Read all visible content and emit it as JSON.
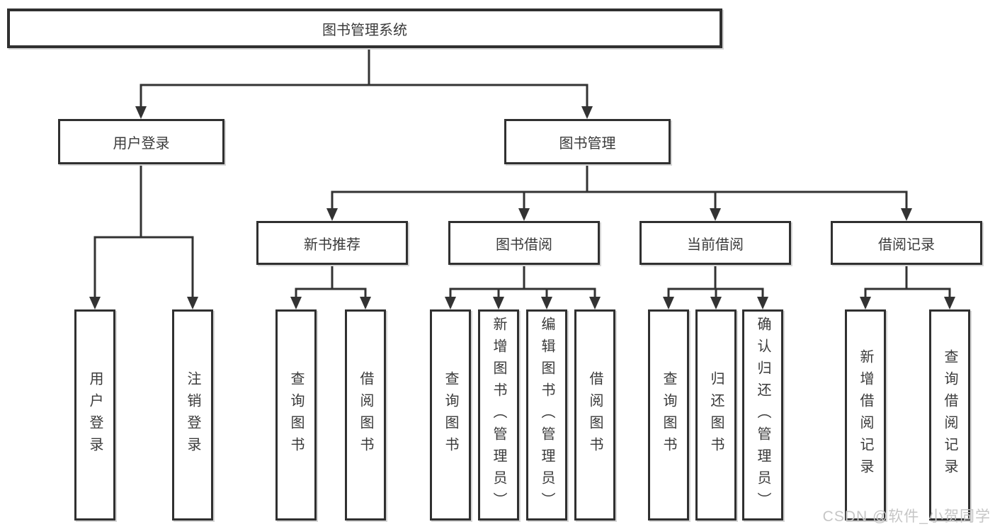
{
  "tree": {
    "root": {
      "label": "图书管理系统",
      "children": [
        {
          "label": "用户登录",
          "children": [
            {
              "label": "用户登录"
            },
            {
              "label": "注销登录"
            }
          ]
        },
        {
          "label": "图书管理",
          "children": [
            {
              "label": "新书推荐",
              "children": [
                {
                  "label": "查询图书"
                },
                {
                  "label": "借阅图书"
                }
              ]
            },
            {
              "label": "图书借阅",
              "children": [
                {
                  "label": "查询图书"
                },
                {
                  "label": "新增图书（管理员）"
                },
                {
                  "label": "编辑图书（管理员）"
                },
                {
                  "label": "借阅图书"
                }
              ]
            },
            {
              "label": "当前借阅",
              "children": [
                {
                  "label": "查询图书"
                },
                {
                  "label": "归还图书"
                },
                {
                  "label": "确认归还（管理员）"
                }
              ]
            },
            {
              "label": "借阅记录",
              "children": [
                {
                  "label": "新增借阅记录"
                },
                {
                  "label": "查询借阅记录"
                }
              ]
            }
          ]
        }
      ]
    }
  },
  "watermark": "CSDN @软件_小贺同学",
  "colors": {
    "line": "#333333",
    "box_border": "#303030",
    "text": "#3a3a3a",
    "watermark": "#c6c6c6",
    "background": "#ffffff"
  }
}
